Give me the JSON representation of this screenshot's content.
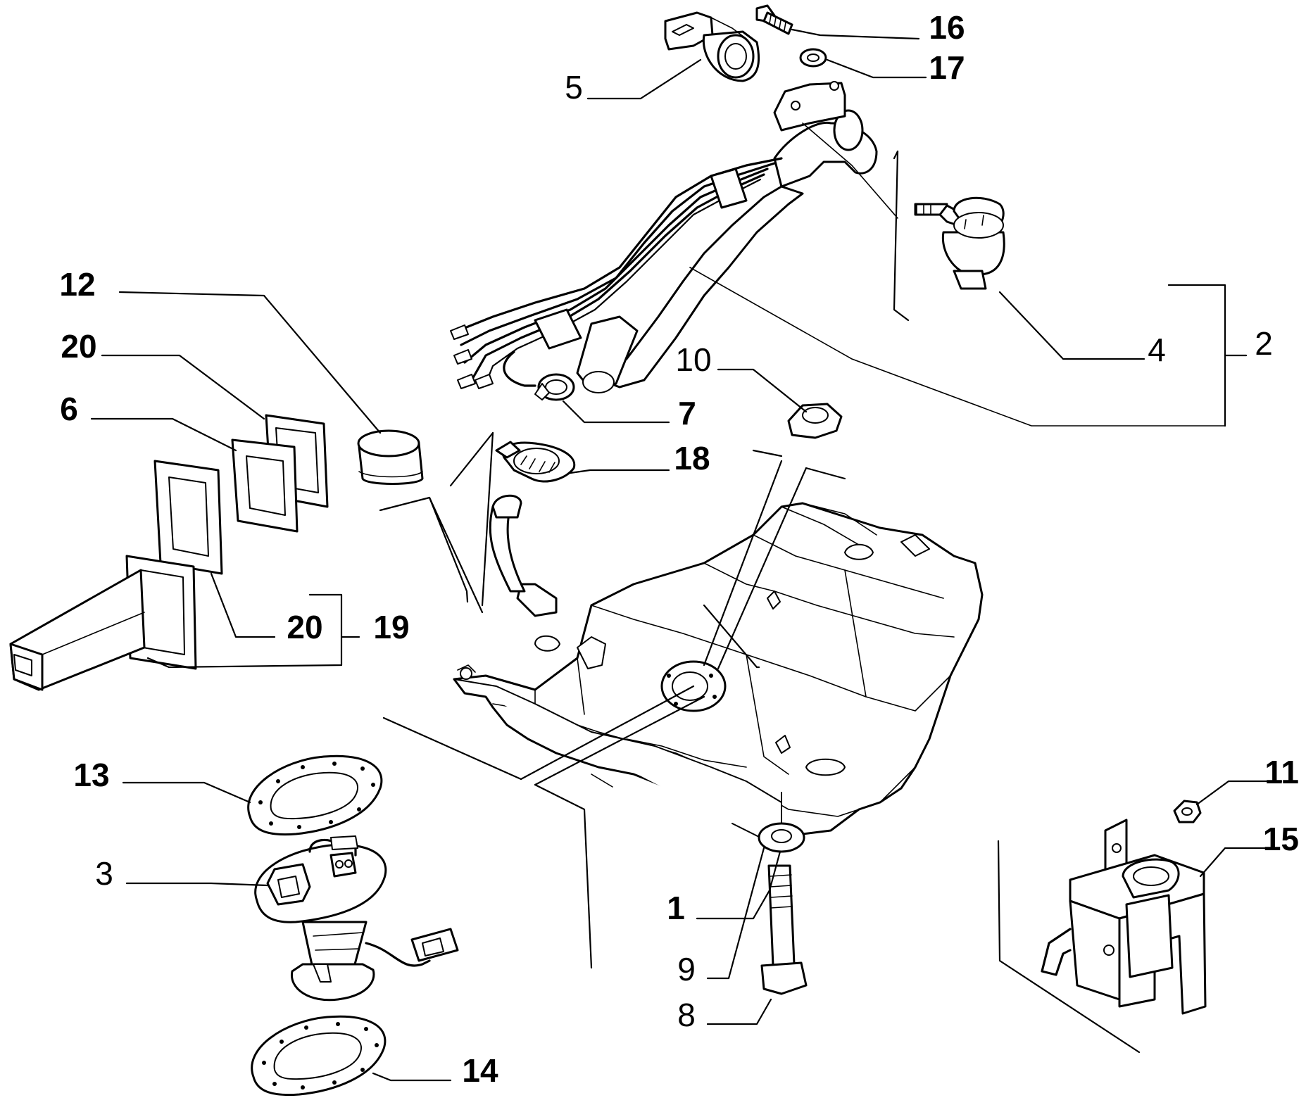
{
  "callouts": [
    {
      "id": "label-1",
      "text": "1"
    },
    {
      "id": "label-2",
      "text": "2"
    },
    {
      "id": "label-3",
      "text": "3"
    },
    {
      "id": "label-4",
      "text": "4"
    },
    {
      "id": "label-5",
      "text": "5"
    },
    {
      "id": "label-6",
      "text": "6"
    },
    {
      "id": "label-7",
      "text": "7"
    },
    {
      "id": "label-8",
      "text": "8"
    },
    {
      "id": "label-9",
      "text": "9"
    },
    {
      "id": "label-10",
      "text": "10"
    },
    {
      "id": "label-11",
      "text": "11"
    },
    {
      "id": "label-12",
      "text": "12"
    },
    {
      "id": "label-13",
      "text": "13"
    },
    {
      "id": "label-14",
      "text": "14"
    },
    {
      "id": "label-15",
      "text": "15"
    },
    {
      "id": "label-16",
      "text": "16"
    },
    {
      "id": "label-17",
      "text": "17"
    },
    {
      "id": "label-18",
      "text": "18"
    },
    {
      "id": "label-19",
      "text": "19"
    },
    {
      "id": "label-20a",
      "text": "20"
    },
    {
      "id": "label-20b",
      "text": "20"
    }
  ]
}
